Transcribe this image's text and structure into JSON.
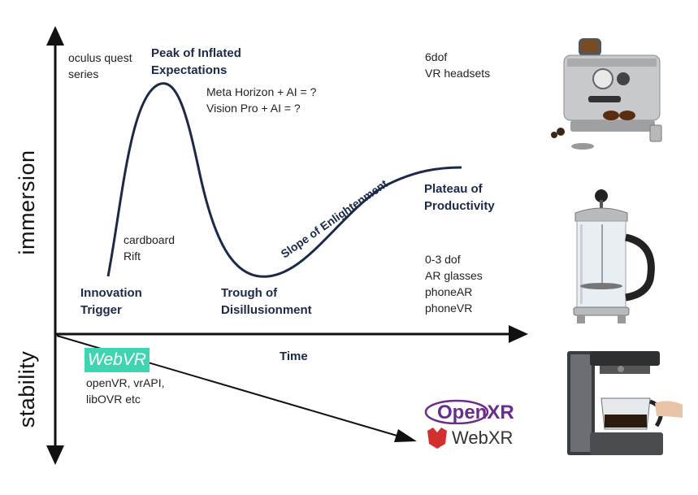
{
  "axes": {
    "y_top_label": "immersion",
    "y_bottom_label": "stability",
    "x_label": "Time"
  },
  "phases": {
    "innovation": [
      "Innovation",
      "Trigger"
    ],
    "peak": [
      "Peak of Inflated",
      "Expectations"
    ],
    "trough": [
      "Trough of",
      "Disillusionment"
    ],
    "slope": "Slope of Enlightenment",
    "plateau": [
      "Plateau of",
      "Productivity"
    ]
  },
  "notes": {
    "oculus": [
      "oculus quest",
      "series"
    ],
    "meta": [
      "Meta Horizon + AI = ?",
      "Vision Pro + AI = ?"
    ],
    "cardboard": [
      "cardboard",
      "Rift"
    ],
    "sixdof": [
      "6dof",
      "VR headsets"
    ],
    "zerodof": [
      "0-3 dof",
      "AR glasses",
      "phoneAR",
      "phoneVR"
    ],
    "openvr": [
      "openVR, vrAPI,",
      "libOVR etc"
    ]
  },
  "logos": {
    "webvr": "WebVR",
    "openxr": "OpenXR",
    "webxr": "WebXR"
  },
  "images": {
    "top": "espresso-machine",
    "middle": "french-press",
    "bottom": "drip-coffee-maker"
  },
  "colors": {
    "curve": "#1c2a4a",
    "webvr_bg": "#3fd5b0",
    "openxr": "#6b2d8b",
    "webxr": "#d32f2f"
  }
}
